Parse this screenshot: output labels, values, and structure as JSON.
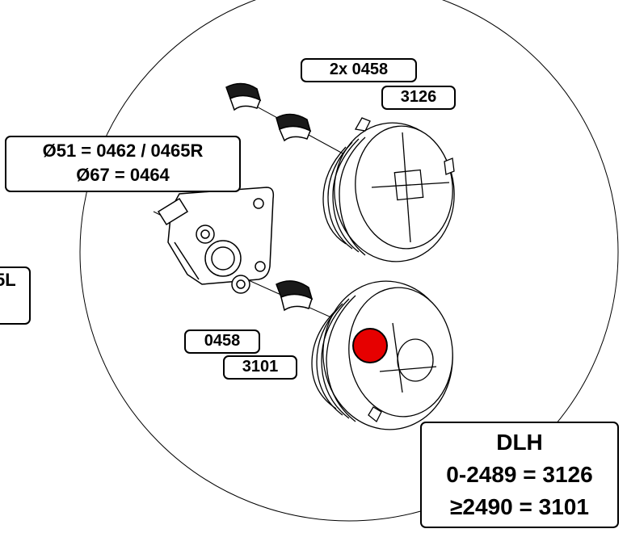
{
  "callouts": {
    "top_qty": "2x 0458",
    "top_drum": "3126",
    "bracket_line1": "Ø51 = 0462 / 0465R",
    "bracket_line2": "Ø67 = 0464",
    "cut_left": "5L",
    "bottom_qty": "0458",
    "bottom_drum": "3101"
  },
  "table": {
    "title": "DLH",
    "row1": "0-2489 = 3126",
    "row2": "≥2490 = 3101"
  },
  "highlight": {
    "color": "#e60000"
  }
}
